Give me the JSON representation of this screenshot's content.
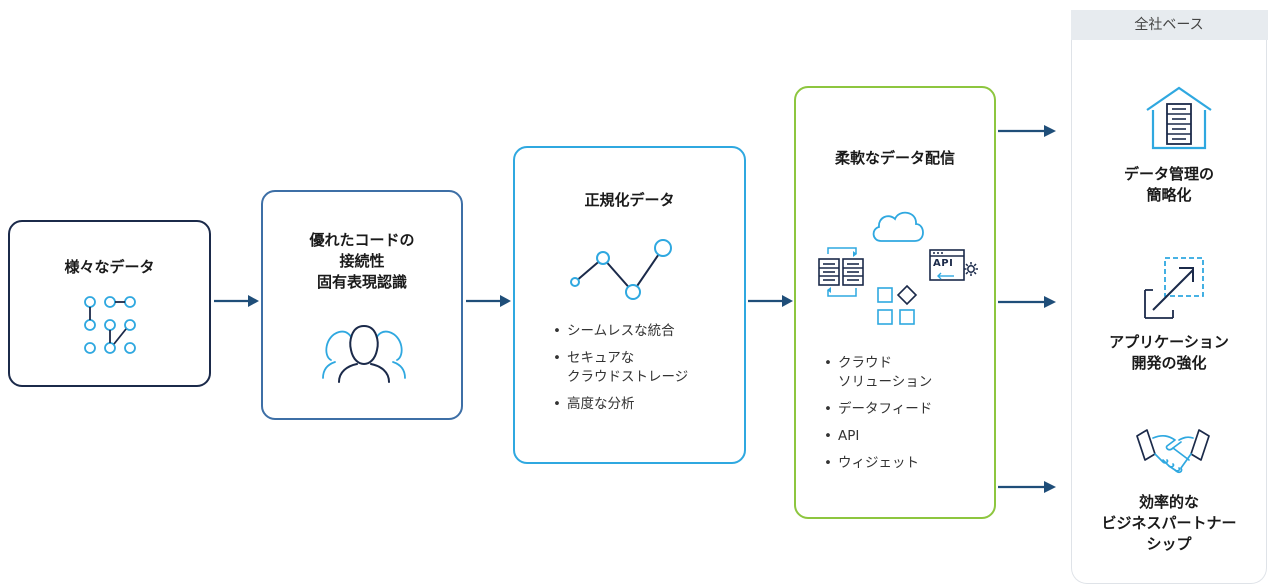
{
  "flow": {
    "step1": {
      "title": [
        "様々なデータ"
      ]
    },
    "step2": {
      "title": [
        "優れたコードの",
        "接続性",
        "固有表現認識"
      ]
    },
    "step3": {
      "title": [
        "正規化データ"
      ],
      "bullets": [
        [
          "シームレスな統合"
        ],
        [
          "セキュアな",
          "クラウドストレージ"
        ],
        [
          "高度な分析"
        ]
      ]
    },
    "step4": {
      "title": [
        "柔軟なデータ配信"
      ],
      "api_label": "API",
      "bullets": [
        [
          "クラウド",
          "ソリューション"
        ],
        [
          "データフィード"
        ],
        [
          "API"
        ],
        [
          "ウィジェット"
        ]
      ]
    }
  },
  "panel": {
    "header": "全社ベース",
    "outcomes": [
      {
        "icon": "building-server-icon",
        "label": [
          "データ管理の",
          "簡略化"
        ]
      },
      {
        "icon": "expand-arrow-icon",
        "label": [
          "アプリケーション",
          "開発の強化"
        ]
      },
      {
        "icon": "handshake-icon",
        "label": [
          "効率的な",
          "ビジネスパートナー",
          "シップ"
        ]
      }
    ]
  },
  "colors": {
    "dark_navy": "#1b2a4a",
    "steel_blue": "#3d6fa6",
    "sky_blue": "#2fa8e0",
    "lime_green": "#8dc63f",
    "panel_gray": "#e7ebef",
    "arrow_navy": "#1f4e79"
  }
}
